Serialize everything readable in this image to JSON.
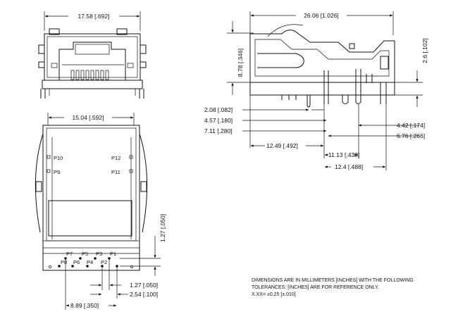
{
  "front_view": {
    "width_dim": "17.58 [.692]"
  },
  "bottom_view": {
    "width_dim": "15.04 [.592]",
    "pins": {
      "p1": "P1",
      "p2": "P2",
      "p3": "P3",
      "p4": "P4",
      "p5": "P5",
      "p6": "P6",
      "p7": "P7",
      "p8": "P8",
      "p9": "P9",
      "p10": "P10",
      "p11": "P11",
      "p12": "P12"
    },
    "row_offset_dim": "1.27 [.050]",
    "pitch_dim": "1.27 [.050]",
    "row_pitch_dim": "2.54 [.100]",
    "span_dim": "8.89 [.350]"
  },
  "side_view": {
    "length_dim": "26.06 [1.026]",
    "height_dim": "8.78 [.346]",
    "tail_dim": "2.6 [.102]",
    "dims_left": [
      "2.08 [.082]",
      "4.57 [.180]",
      "7.11 [.280]"
    ],
    "dims_right": [
      "4.42 [.174]",
      "6.76 [.266]"
    ],
    "dim_1249": "12.49 [.492]",
    "dim_1113": "11.13 [.438]",
    "dim_124": "12.4 [.488]"
  },
  "notes": {
    "line1": "DIMENSIONS ARE IN MILLIMETERS [INCHES] WITH THE FOLLOWING",
    "line2": "TOLERANCES:  [INCHES] ARE FOR REFERENCE ONLY.",
    "line3": "X.XX= ±0.25 [±.010]"
  }
}
